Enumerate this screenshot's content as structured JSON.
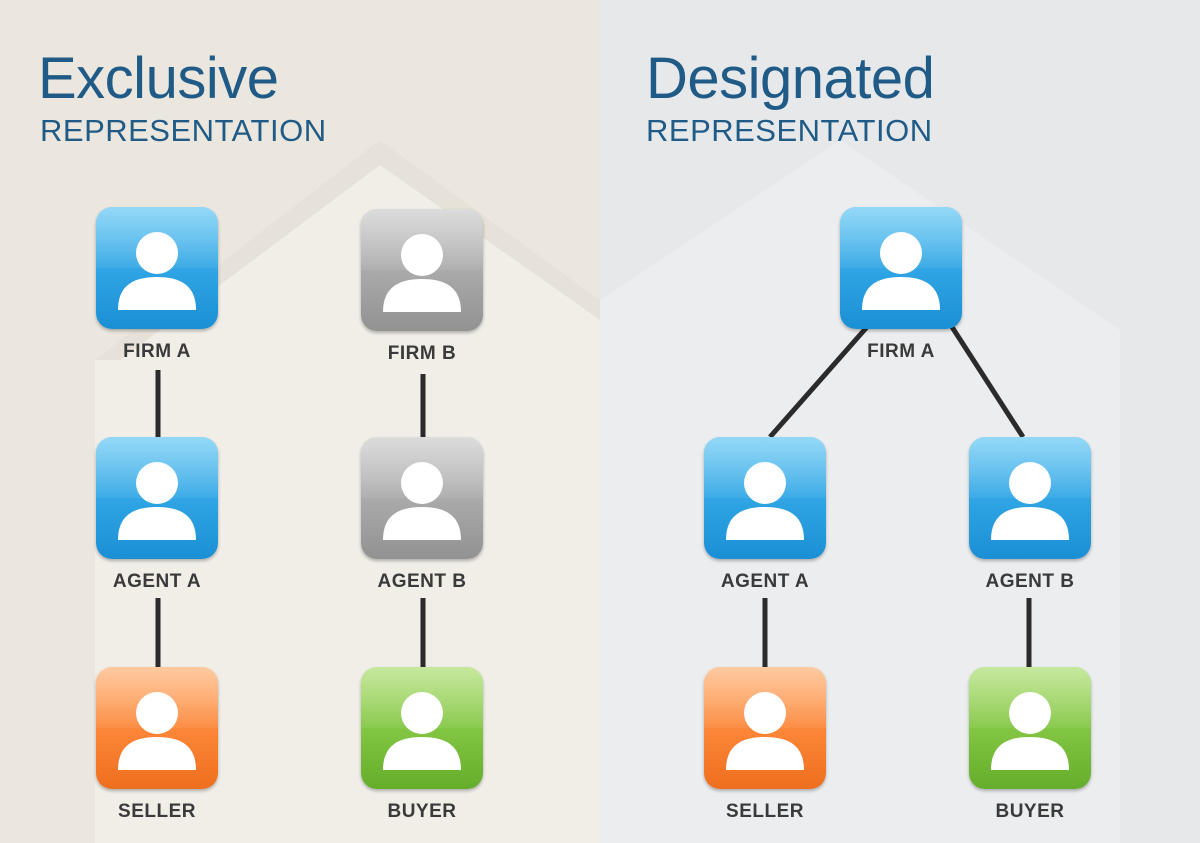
{
  "colors": {
    "title": "#1f5b86",
    "blue": "#2ea3e3",
    "gray": "#a8a8a8",
    "orange": "#fb8436",
    "green": "#80c441",
    "connector": "#2b2b2b",
    "label": "#3a3a3a"
  },
  "exclusive": {
    "title": "Exclusive",
    "subtitle": "REPRESENTATION",
    "nodes": {
      "firm_a": {
        "label": "FIRM A",
        "color": "blue",
        "icon": "person-icon"
      },
      "firm_b": {
        "label": "FIRM B",
        "color": "gray",
        "icon": "person-icon"
      },
      "agent_a": {
        "label": "AGENT A",
        "color": "blue",
        "icon": "person-icon"
      },
      "agent_b": {
        "label": "AGENT B",
        "color": "gray",
        "icon": "person-icon"
      },
      "seller": {
        "label": "SELLER",
        "color": "orange",
        "icon": "person-icon"
      },
      "buyer": {
        "label": "BUYER",
        "color": "green",
        "icon": "person-icon"
      }
    },
    "links": [
      [
        "firm_a",
        "agent_a"
      ],
      [
        "agent_a",
        "seller"
      ],
      [
        "firm_b",
        "agent_b"
      ],
      [
        "agent_b",
        "buyer"
      ]
    ]
  },
  "designated": {
    "title": "Designated",
    "subtitle": "REPRESENTATION",
    "nodes": {
      "firm_a": {
        "label": "FIRM A",
        "color": "blue",
        "icon": "person-icon"
      },
      "agent_a": {
        "label": "AGENT A",
        "color": "blue",
        "icon": "person-icon"
      },
      "agent_b": {
        "label": "AGENT B",
        "color": "blue",
        "icon": "person-icon"
      },
      "seller": {
        "label": "SELLER",
        "color": "orange",
        "icon": "person-icon"
      },
      "buyer": {
        "label": "BUYER",
        "color": "green",
        "icon": "person-icon"
      }
    },
    "links": [
      [
        "firm_a",
        "agent_a"
      ],
      [
        "firm_a",
        "agent_b"
      ],
      [
        "agent_a",
        "seller"
      ],
      [
        "agent_b",
        "buyer"
      ]
    ]
  }
}
